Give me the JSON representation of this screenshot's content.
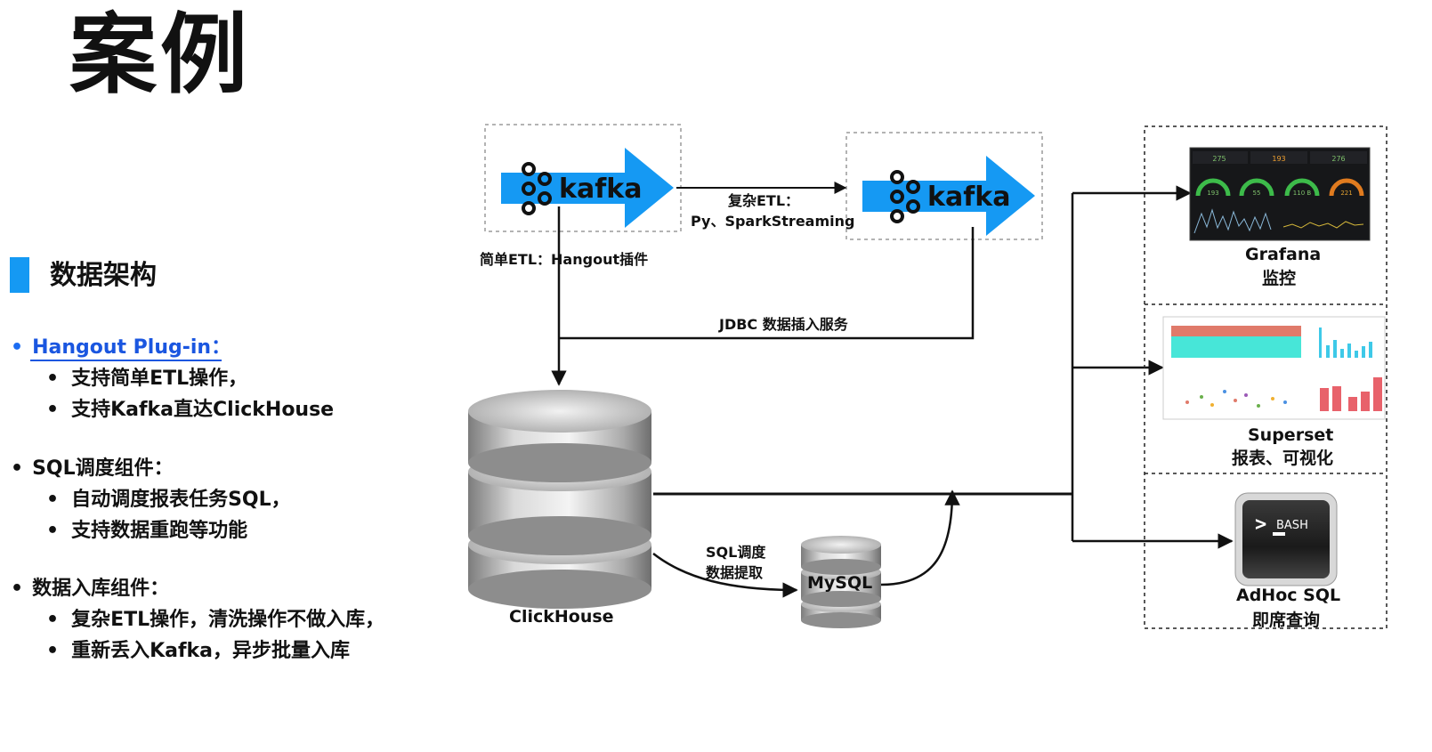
{
  "title": "案例",
  "section": {
    "title": "数据架构"
  },
  "bullets": [
    {
      "label": "Hangout Plug-in：",
      "subs": [
        "支持简单ETL操作，",
        "支持Kafka直达ClickHouse"
      ]
    },
    {
      "label": "SQL调度组件：",
      "subs": [
        "自动调度报表任务SQL，",
        "支持数据重跑等功能"
      ]
    },
    {
      "label": "数据入库组件：",
      "subs": [
        "复杂ETL操作，清洗操作不做入库，",
        "重新丢入Kafka，异步批量入库"
      ]
    }
  ],
  "diagram": {
    "kafka_label": "kafka",
    "complex_etl_line1": "复杂ETL：",
    "complex_etl_line2": "Py、SparkStreaming",
    "simple_etl": "简单ETL：Hangout插件",
    "jdbc": "JDBC 数据插入服务",
    "clickhouse": "ClickHouse",
    "sql_line1": "SQL调度",
    "sql_line2": "数据提取",
    "mysql": "MySQL",
    "grafana": "Grafana",
    "grafana_sub": "监控",
    "superset": "Superset",
    "superset_sub": "报表、可视化",
    "adhoc": "AdHoc SQL",
    "adhoc_sub": "即席查询",
    "bash": "BASH",
    "gauge_values": [
      "193",
      "55",
      "110 B",
      "221"
    ],
    "gauge_tops": [
      "275",
      "193",
      "276"
    ]
  },
  "colors": {
    "accent": "#1599f3",
    "link": "#1a56e0"
  }
}
